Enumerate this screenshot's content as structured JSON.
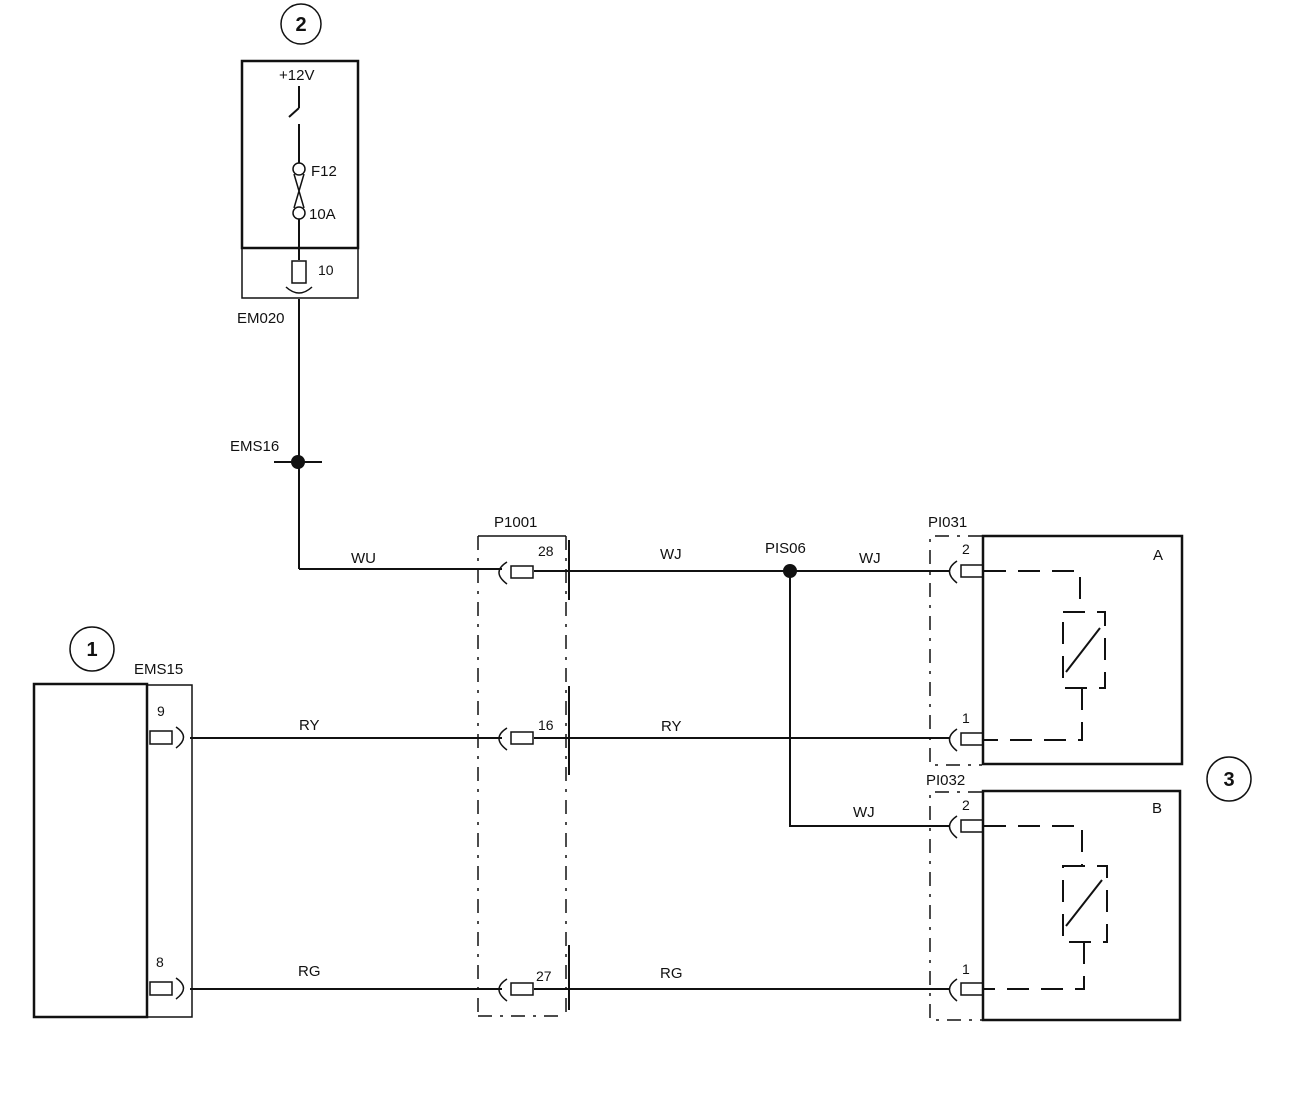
{
  "callouts": {
    "c1": "1",
    "c2": "2",
    "c3": "3"
  },
  "fuse_box": {
    "supply": "+12V",
    "fuse_id": "F12",
    "fuse_rating": "10A",
    "pin": "10",
    "connector": "EM020"
  },
  "splices": {
    "ems16": "EMS16",
    "pis06": "PIS06"
  },
  "connectors": {
    "ems15": {
      "name": "EMS15",
      "pin_a": "9",
      "pin_b": "8"
    },
    "p1001": {
      "name": "P1001",
      "pin_a": "28",
      "pin_b": "16",
      "pin_c": "27"
    },
    "pi031": {
      "name": "PI031",
      "pin_a": "2",
      "pin_b": "1"
    },
    "pi032": {
      "name": "PI032",
      "pin_a": "2",
      "pin_b": "1"
    }
  },
  "components": {
    "a": "A",
    "b": "B"
  },
  "wires": {
    "w1": "WU",
    "w2": "WJ",
    "w3": "WJ",
    "w4": "WJ",
    "ry1": "RY",
    "ry2": "RY",
    "rg1": "RG",
    "rg2": "RG"
  }
}
